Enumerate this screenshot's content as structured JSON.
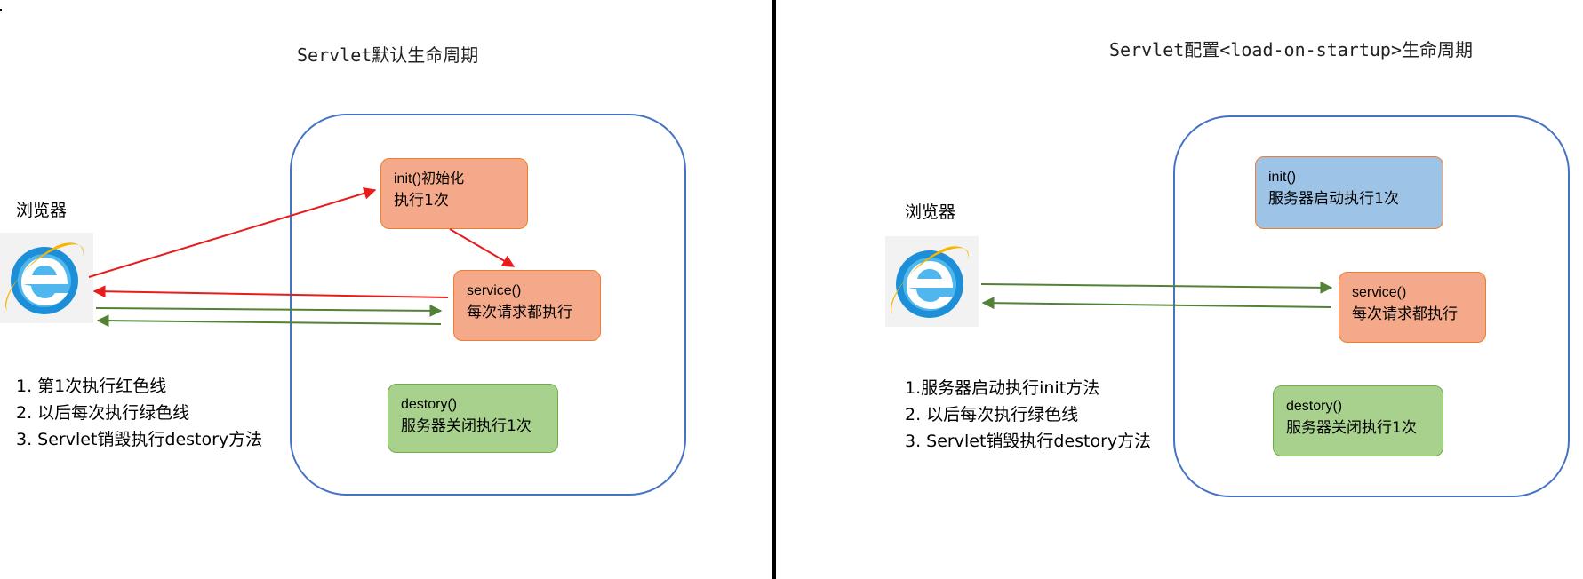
{
  "left": {
    "title": "Servlet默认生命周期",
    "browser_label": "浏览器",
    "nodes": {
      "init": {
        "line1": "init()初始化",
        "line2": "执行1次"
      },
      "service": {
        "line1": "service()",
        "line2": "每次请求都执行"
      },
      "destroy": {
        "line1": "destory()",
        "line2": "服务器关闭执行1次"
      }
    },
    "steps": [
      "1. 第1次执行红色线",
      "2. 以后每次执行绿色线",
      "3. Servlet销毁执行destory方法"
    ]
  },
  "right": {
    "title": "Servlet配置<load-on-startup>生命周期",
    "browser_label": "浏览器",
    "nodes": {
      "init": {
        "line1": "init()",
        "line2": "服务器启动执行1次"
      },
      "service": {
        "line1": "service()",
        "line2": "每次请求都执行"
      },
      "destroy": {
        "line1": "destory()",
        "line2": "服务器关闭执行1次"
      }
    },
    "steps": [
      "1.服务器启动执行init方法",
      "2. 以后每次执行绿色线",
      "3. Servlet销毁执行destory方法"
    ]
  },
  "colors": {
    "red_arrow": "#e81c1c",
    "green_arrow": "#538135",
    "container_border": "#4472c4",
    "orange_node": "#f4a98a",
    "green_node": "#a9d18e",
    "blue_node": "#9dc3e6"
  },
  "icons": {
    "browser": "internet-explorer-icon"
  }
}
